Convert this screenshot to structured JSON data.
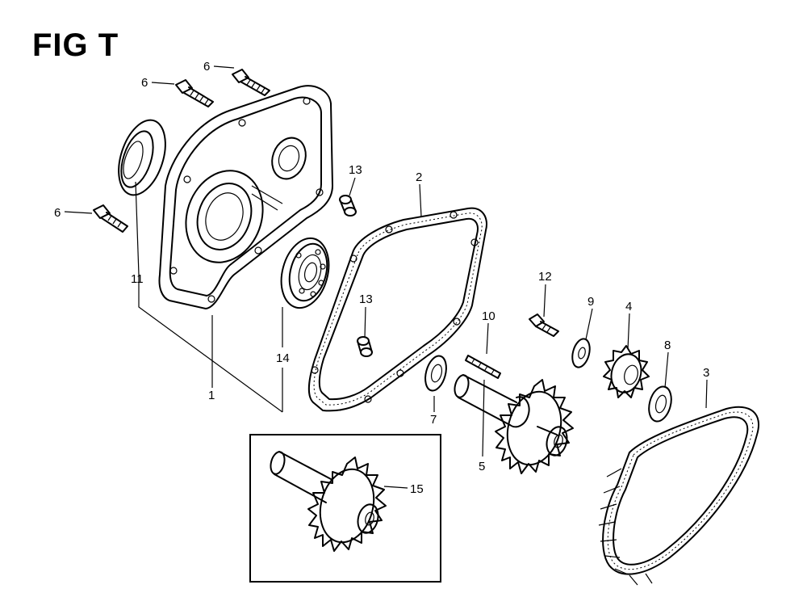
{
  "figure": {
    "title": "FIG T"
  },
  "callouts": {
    "c1": "1",
    "c2": "2",
    "c3": "3",
    "c4": "4",
    "c5": "5",
    "c6a": "6",
    "c6b": "6",
    "c6c": "6",
    "c7": "7",
    "c8": "8",
    "c9": "9",
    "c10": "10",
    "c11": "11",
    "c12": "12",
    "c13a": "13",
    "c13b": "13",
    "c14": "14",
    "c15": "15"
  }
}
